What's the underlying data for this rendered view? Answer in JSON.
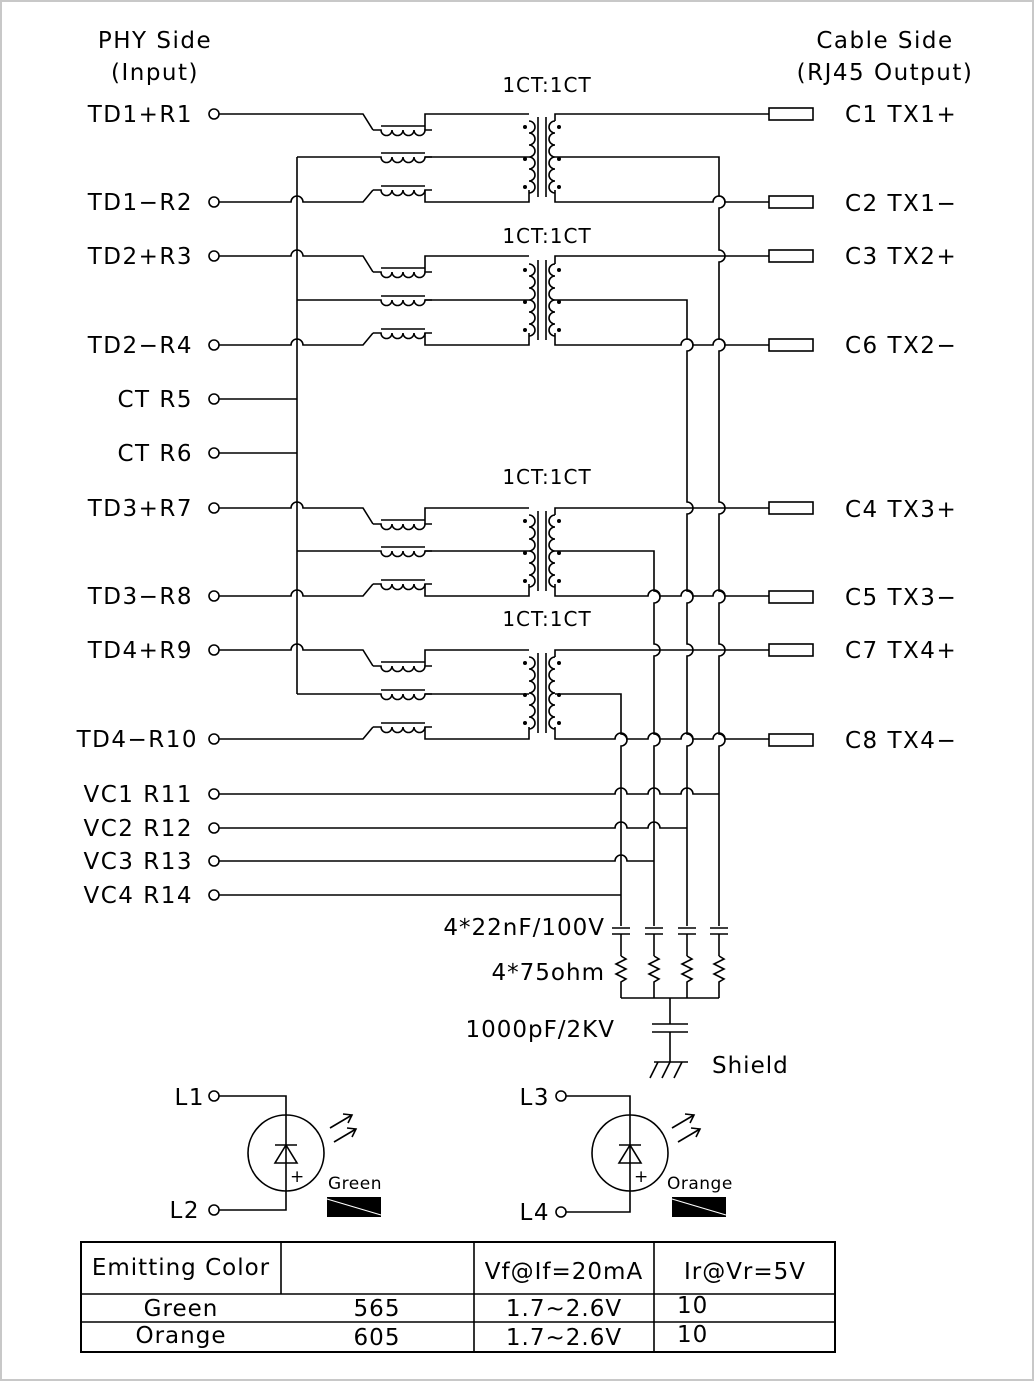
{
  "headers": {
    "phy_title": "PHY Side",
    "phy_sub": "(Input)",
    "cable_title": "Cable Side",
    "cable_sub": "(RJ45 Output)"
  },
  "transformer_ratios": [
    "1CT:1CT",
    "1CT:1CT",
    "1CT:1CT",
    "1CT:1CT"
  ],
  "left_pins": [
    "TD1+R1",
    "TD1−R2",
    "TD2+R3",
    "TD2−R4",
    "CT R5",
    "CT R6",
    "TD3+R7",
    "TD3−R8",
    "TD4+R9",
    "TD4−R10",
    "VC1 R11",
    "VC2 R12",
    "VC3 R13",
    "VC4 R14"
  ],
  "right_pins": [
    "C1 TX1+",
    "C2 TX1−",
    "C3 TX2+",
    "C6 TX2−",
    "C4 TX3+",
    "C5 TX3−",
    "C7 TX4+",
    "C8 TX4−"
  ],
  "components": {
    "capacitors": "4*22nF/100V",
    "resistors": "4*75ohm",
    "hv_cap": "1000pF/2KV",
    "shield": "Shield"
  },
  "leds": [
    {
      "pin_top": "L1",
      "pin_bottom": "L2",
      "color_label": "Green"
    },
    {
      "pin_top": "L3",
      "pin_bottom": "L4",
      "color_label": "Orange"
    }
  ],
  "table": {
    "headers": [
      "Emitting Color",
      "",
      "Vf@If=20mA",
      "Ir@Vr=5V"
    ],
    "rows": [
      [
        "Green",
        "565",
        "1.7~2.6V",
        "10"
      ],
      [
        "Orange",
        "605",
        "1.7~2.6V",
        "10"
      ]
    ]
  }
}
